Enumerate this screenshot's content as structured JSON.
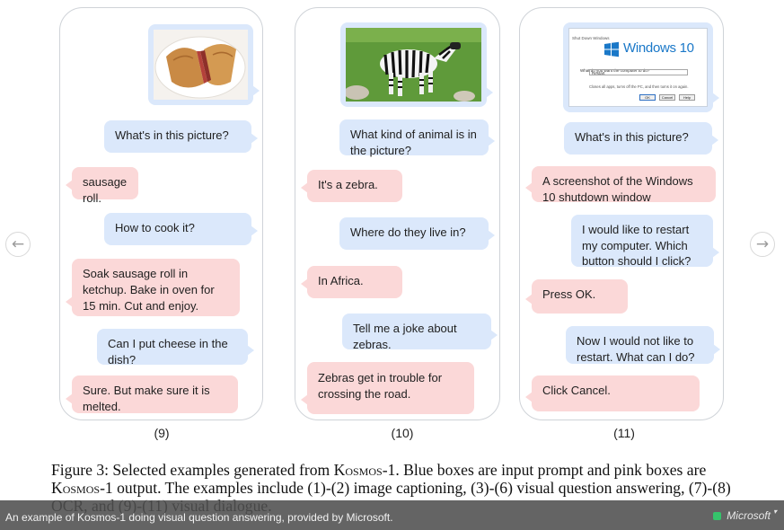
{
  "nav": {
    "prev_icon": "left-arrow-icon",
    "next_icon": "right-arrow-icon",
    "prev_glyph": "←",
    "next_glyph": "→"
  },
  "panels": [
    {
      "number": "(9)",
      "image": "sausage-roll-photo",
      "messages": [
        {
          "role": "input",
          "text": "What's in this picture?"
        },
        {
          "role": "output",
          "text": "sausage roll."
        },
        {
          "role": "input",
          "text": "How to cook it?"
        },
        {
          "role": "output",
          "text": "Soak sausage roll in ketchup. Bake in oven for 15 min. Cut and enjoy."
        },
        {
          "role": "input",
          "text": "Can I put cheese in the dish?"
        },
        {
          "role": "output",
          "text": "Sure. But make sure it is melted."
        }
      ]
    },
    {
      "number": "(10)",
      "image": "zebra-photo",
      "messages": [
        {
          "role": "input",
          "text": "What kind of animal is in the picture?"
        },
        {
          "role": "output",
          "text": "It's a zebra."
        },
        {
          "role": "input",
          "text": "Where do they live in?"
        },
        {
          "role": "output",
          "text": "In Africa."
        },
        {
          "role": "input",
          "text": "Tell me a joke about zebras."
        },
        {
          "role": "output",
          "text": "Zebras get in trouble for crossing the road."
        }
      ]
    },
    {
      "number": "(11)",
      "image": "windows-shutdown-screenshot",
      "screenshot": {
        "titlebar": "Shut Down Windows",
        "logo_text": "Windows 10",
        "question": "What do you want the computer to do?",
        "selected_option": "Restart",
        "description": "Closes all apps, turns off the PC, and then turns it on again.",
        "buttons": [
          "OK",
          "Cancel",
          "Help"
        ]
      },
      "messages": [
        {
          "role": "input",
          "text": "What's in this picture?"
        },
        {
          "role": "output",
          "text": "A screenshot of the Windows 10 shutdown window"
        },
        {
          "role": "input",
          "text": "I would like to restart my computer. Which button should I click?"
        },
        {
          "role": "output",
          "text": "Press OK."
        },
        {
          "role": "input",
          "text": "Now I would not like to restart. What can I do?"
        },
        {
          "role": "output",
          "text": "Click Cancel."
        }
      ]
    }
  ],
  "figure_caption": {
    "p1": "Figure 3: Selected examples generated from ",
    "kosmos": "Kosmos",
    "p2": "-1. Blue boxes are input prompt and pink boxes are ",
    "p3": "-1 output. The examples include (1)-(2) image captioning, (3)-(6) visual question answering, (7)-(8) OCR, and (9)-(11) visual dialogue."
  },
  "bottom_bar": {
    "text": "An example of Kosmos-1 doing visual question answering, provided by Microsoft.",
    "brand": "Microsoft",
    "brand_caret": "▾"
  },
  "colors": {
    "input_bubble": "#dbe8fb",
    "output_bubble": "#fbd8d8",
    "brand_dot": "#35c46b"
  }
}
